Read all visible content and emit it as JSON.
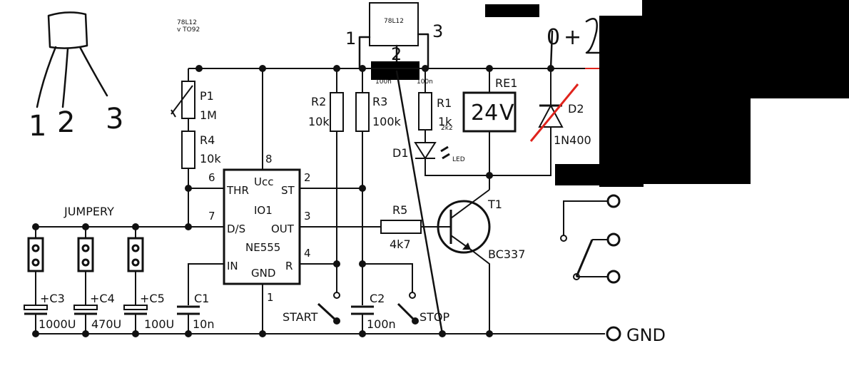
{
  "sketch": {
    "pin_numbers": [
      "1",
      "2",
      "3"
    ]
  },
  "regulator": {
    "label": "78L12",
    "package": "v TO92",
    "chip_label": "78L12",
    "pin_left": "1",
    "pin_mid": "2",
    "pin_right": "3",
    "cap_left": "100n",
    "cap_right": "100n"
  },
  "supply": {
    "label": "+",
    "hand_number": "0"
  },
  "ic": {
    "name": "IO1",
    "type": "NE555",
    "pins": {
      "ucc": "Ucc",
      "thr": "THR",
      "st": "ST",
      "ds": "D/S",
      "out": "OUT",
      "in": "IN",
      "gnd": "GND",
      "r": "R"
    },
    "pin_numbers": {
      "p8": "8",
      "p6": "6",
      "p2": "2",
      "p7": "7",
      "p3": "3",
      "p4": "4",
      "p1": "1"
    }
  },
  "components": {
    "p1": {
      "name": "P1",
      "value": "1M"
    },
    "r4": {
      "name": "R4",
      "value": "10k"
    },
    "r2": {
      "name": "R2",
      "value": "10k"
    },
    "r3": {
      "name": "R3",
      "value": "100k"
    },
    "r1": {
      "name": "R1",
      "value": "1k",
      "alt_value": "2k2"
    },
    "d1": {
      "name": "D1",
      "type": "LED"
    },
    "re1": {
      "name": "RE1",
      "value": "24",
      "mark": "V"
    },
    "d2": {
      "name": "D2",
      "type": "1N400"
    },
    "r5": {
      "name": "R5",
      "value": "4k7"
    },
    "t1": {
      "name": "T1",
      "type": "BC337"
    },
    "c1": {
      "name": "C1",
      "value": "10n"
    },
    "c2": {
      "name": "C2",
      "value": "100n"
    },
    "c3": {
      "name": "+C3",
      "value": "1000U"
    },
    "c4": {
      "name": "+C4",
      "value": "470U"
    },
    "c5": {
      "name": "+C5",
      "value": "100U"
    }
  },
  "labels": {
    "jumpers": "JUMPERY",
    "start": "START",
    "stop": "STOP",
    "gnd": "GND"
  },
  "colors": {
    "ink": "#111111",
    "redaction": "#000000",
    "strike": "#e0231c"
  }
}
